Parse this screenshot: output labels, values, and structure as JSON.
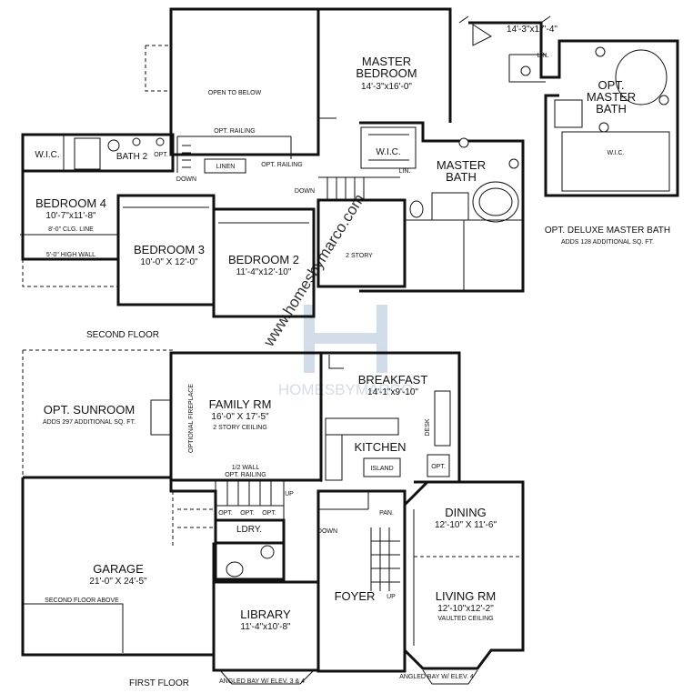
{
  "second_floor": {
    "label": "SECOND FLOOR",
    "rooms": {
      "open_to_below": "OPEN TO BELOW",
      "opt_railing_top": "OPT. RAILING",
      "opt_railing_mid": "OPT. RAILING",
      "master_bedroom": "MASTER BEDROOM",
      "master_bedroom_dim": "14'-3\"x16'-0\"",
      "wic_master": "W.I.C.",
      "master_bath": "MASTER BATH",
      "lin_master": "LIN.",
      "wic_left": "W.I.C.",
      "bath2": "BATH 2",
      "opt_bath2": "OPT.",
      "linen": "LINEN",
      "down_left": "DOWN",
      "down_mid": "DOWN",
      "bedroom4": "BEDROOM 4",
      "bedroom4_dim": "10'-7\"x11'-8\"",
      "clg_line": "8'-0\" CLG. LINE",
      "high_wall": "5'-0\" HIGH WALL",
      "bedroom3": "BEDROOM 3",
      "bedroom3_dim": "10'-0\" X 12'-0\"",
      "bedroom2": "BEDROOM 2",
      "bedroom2_dim": "11'-4\"x12'-10\"",
      "two_story": "2 STORY"
    }
  },
  "deluxe_bath": {
    "dim": "14'-3\"x17'-4\"",
    "lin": "LIN.",
    "opt_master_bath": "OPT. MASTER BATH",
    "wic": "W.I.C.",
    "caption": "OPT. DELUXE MASTER BATH",
    "subcaption": "ADDS 128 ADDITIONAL SQ. FT."
  },
  "first_floor": {
    "label": "FIRST FLOOR",
    "rooms": {
      "sunroom": "OPT. SUNROOM",
      "sunroom_note": "ADDS 297 ADDITIONAL SQ. FT.",
      "fireplace": "OPTIONAL FIREPLACE",
      "family_rm": "FAMILY RM",
      "family_rm_dim": "16'-0\" X 17'-5\"",
      "family_rm_note": "2 STORY CEILING",
      "breakfast": "BREAKFAST",
      "breakfast_dim": "14'-1\"x9'-10\"",
      "desk": "DESK",
      "kitchen": "KITCHEN",
      "island": "ISLAND",
      "opt_kitchen": "OPT.",
      "half_wall": "1/2 WALL",
      "opt_railing": "OPT. RAILING",
      "up_stair": "UP",
      "opt1": "OPT.",
      "opt2": "OPT.",
      "opt3": "OPT.",
      "ldry": "LDRY.",
      "pan": "PAN.",
      "down": "DOWN",
      "garage": "GARAGE",
      "garage_dim": "21'-0\" X 24'-5\"",
      "second_floor_above": "SECOND FLOOR ABOVE",
      "dining": "DINING",
      "dining_dim": "12'-10\" X 11'-6\"",
      "foyer": "FOYER",
      "up_foyer": "UP",
      "living_rm": "LIVING RM",
      "living_rm_dim": "12'-10\"x12'-2\"",
      "vaulted": "VAULTED CEILING",
      "library": "LIBRARY",
      "library_dim": "11'-4\"x10'-8\"",
      "bay_left": "ANGLED BAY W/ ELEV. 3 & 4",
      "bay_right": "ANGLED BAY W/ ELEV. 4"
    }
  },
  "watermark": {
    "url": "www.homesbymarco.com",
    "brand": "HOMESBYMARCO"
  }
}
